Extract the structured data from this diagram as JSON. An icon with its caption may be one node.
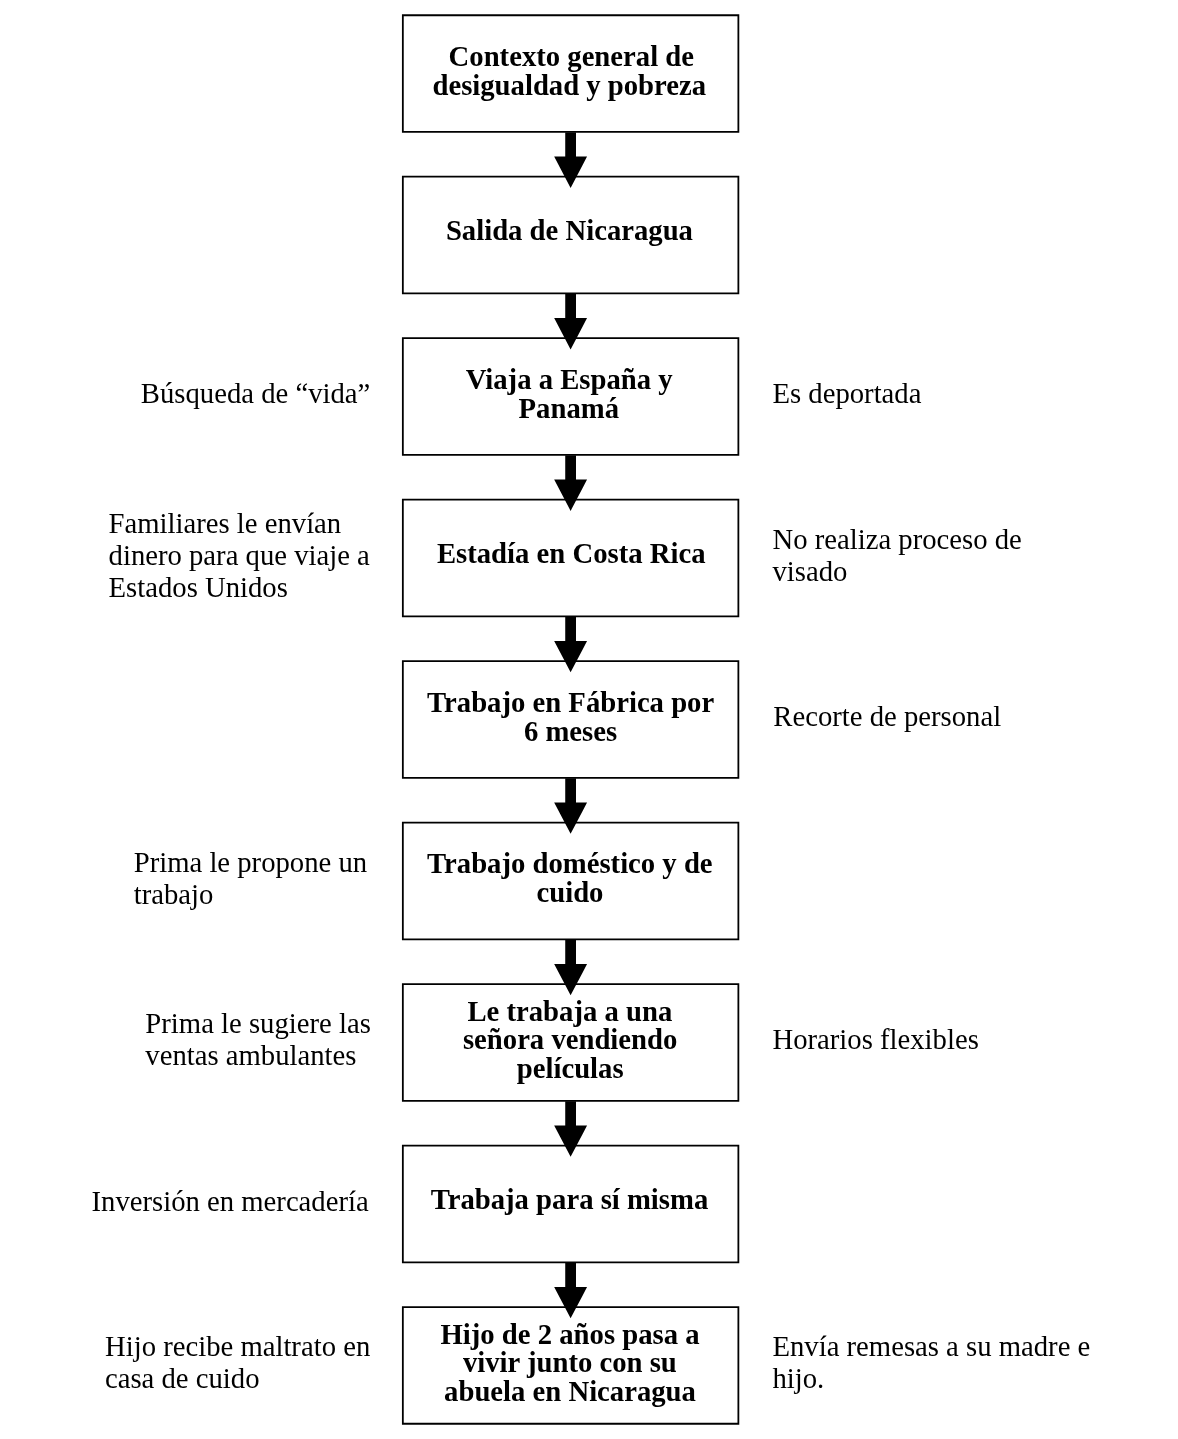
{
  "diagram": {
    "nodes": [
      {
        "text": [
          "Contexto general de desigualdad y pobreza"
        ]
      },
      {
        "text": [
          "Salida de Nicaragua"
        ]
      },
      {
        "text": [
          "Viaja a España y Panamá"
        ],
        "beside": [
          "Búsqueda de “vida”",
          "Es deportada"
        ]
      },
      {
        "text": [
          "Estadía en Costa Rica"
        ],
        "beside": [
          "Familiares le envían dinero para que viaje a Estados Unidos",
          "No realiza proceso de visado"
        ]
      },
      {
        "text": [
          "Trabajo en Fábrica por 6 meses"
        ],
        "beside": [
          "Recorte de personal"
        ]
      },
      {
        "text": [
          "Trabajo doméstico y de cuido"
        ],
        "beside": [
          "Prima le propone un trabajo"
        ]
      },
      {
        "text": [
          "Le trabaja a una señora vendiendo películas"
        ],
        "beside": [
          "Prima le sugiere las ventas ambulantes",
          "Horarios flexibles"
        ]
      },
      {
        "text": [
          "Trabaja para sí misma"
        ],
        "beside": [
          "Inversión en mercadería"
        ]
      },
      {
        "text": [
          "Hijo de 2 años pasa a vivir junto con su abuela en Nicaragua"
        ],
        "beside": [
          "Hijo recibe maltrato en casa de cuido",
          "Envía remesas a su madre e hijo."
        ]
      }
    ],
    "edges": [
      {
        "from": 0,
        "to": 1,
        "arrow": "to"
      },
      {
        "from": 1,
        "to": 2,
        "arrow": "to"
      },
      {
        "from": 2,
        "to": 3,
        "arrow": "to"
      },
      {
        "from": 3,
        "to": 4,
        "arrow": "to"
      },
      {
        "from": 4,
        "to": 5,
        "arrow": "to"
      },
      {
        "from": 5,
        "to": 6,
        "arrow": "to"
      },
      {
        "from": 6,
        "to": 7,
        "arrow": "to"
      },
      {
        "from": 7,
        "to": 8,
        "arrow": "to"
      }
    ]
  }
}
